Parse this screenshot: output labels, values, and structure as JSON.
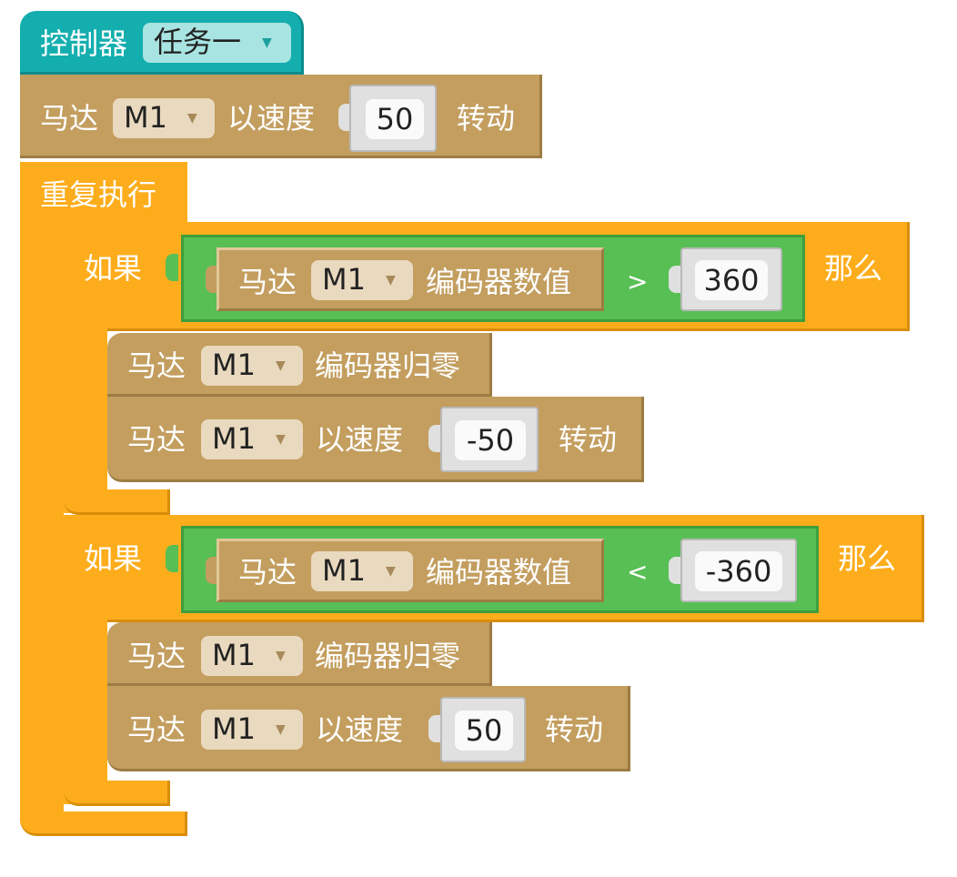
{
  "controller": {
    "label": "控制器",
    "task": "任务一"
  },
  "blocks": {
    "start_motor": {
      "motor_label": "马达",
      "motor": "M1",
      "speed_label": "以速度",
      "speed": "50",
      "rotate": "转动"
    },
    "forever": {
      "label": "重复执行"
    },
    "if1": {
      "if_label": "如果",
      "then_label": "那么",
      "cond": {
        "motor_label": "马达",
        "motor": "M1",
        "sensor": "编码器数值",
        "op": ">",
        "value": "360"
      },
      "reset": {
        "motor_label": "马达",
        "motor": "M1",
        "action": "编码器归零"
      },
      "spin": {
        "motor_label": "马达",
        "motor": "M1",
        "speed_label": "以速度",
        "speed": "-50",
        "rotate": "转动"
      }
    },
    "if2": {
      "if_label": "如果",
      "then_label": "那么",
      "cond": {
        "motor_label": "马达",
        "motor": "M1",
        "sensor": "编码器数值",
        "op": "<",
        "value": "-360"
      },
      "reset": {
        "motor_label": "马达",
        "motor": "M1",
        "action": "编码器归零"
      },
      "spin": {
        "motor_label": "马达",
        "motor": "M1",
        "speed_label": "以速度",
        "speed": "50",
        "rotate": "转动"
      }
    }
  },
  "colors": {
    "controller": "#14aeae",
    "motor": "#c39e5f",
    "control": "#fdad1c",
    "operator": "#58bf55"
  }
}
